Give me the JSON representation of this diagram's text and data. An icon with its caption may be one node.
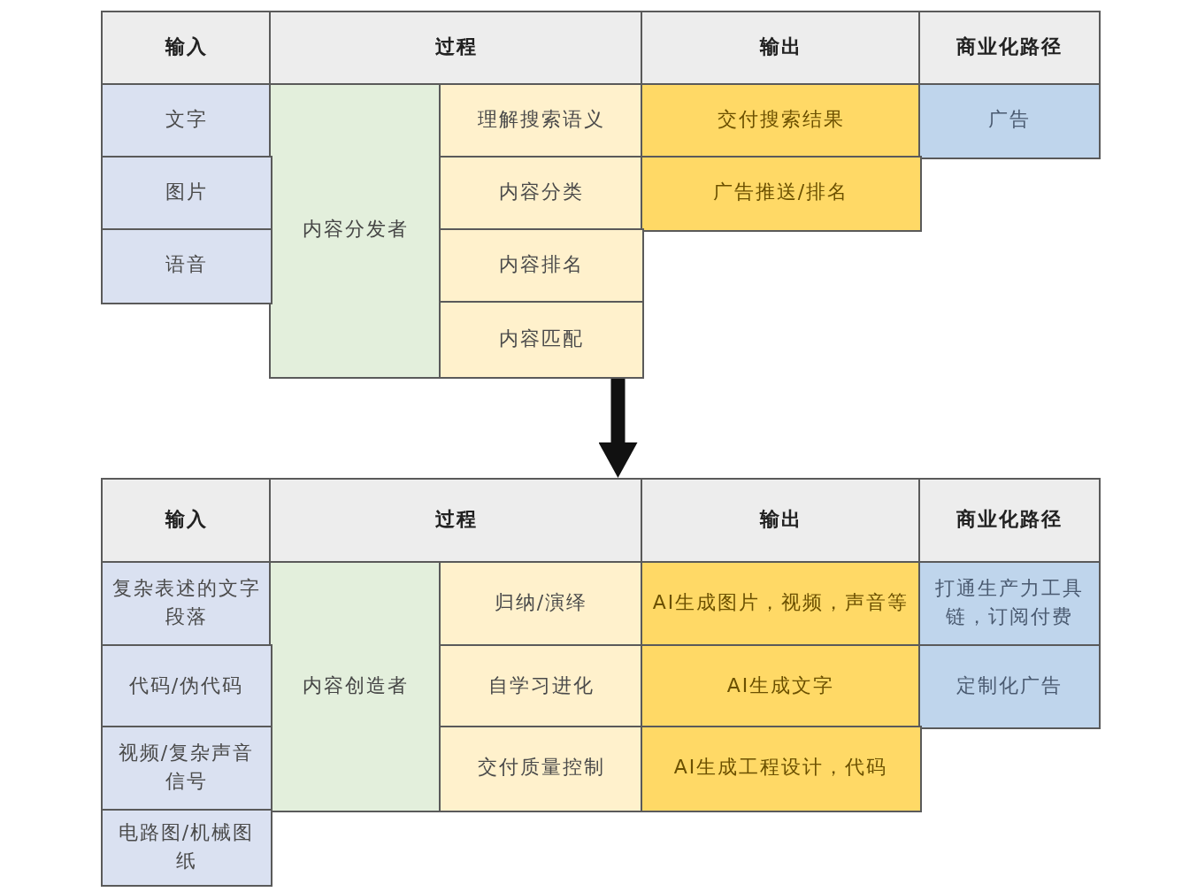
{
  "diagram": {
    "nodes": [
      {
        "text": [],
        "shape": "box"
      },
      {
        "text": [
          "输入"
        ],
        "in": 0
      },
      {
        "text": [
          "过程"
        ],
        "in": 0
      },
      {
        "text": [
          "输出"
        ],
        "in": 0
      },
      {
        "text": [
          "商业化路径"
        ],
        "in": 0
      },
      {
        "text": [
          "文字"
        ],
        "in": 0
      },
      {
        "text": [
          "内容分发者"
        ],
        "in": 0
      },
      {
        "text": [
          "理解搜索语义"
        ],
        "in": 0
      },
      {
        "text": [
          "交付搜索结果"
        ],
        "in": 0
      },
      {
        "text": [
          "广告"
        ],
        "in": 0
      },
      {
        "text": [
          "图片"
        ],
        "in": 0
      },
      {
        "text": [
          "内容分类"
        ],
        "in": 0
      },
      {
        "text": [
          "广告推送/排名"
        ],
        "in": 0
      },
      {
        "text": [
          "语音"
        ],
        "in": 0
      },
      {
        "text": [
          "内容排名"
        ],
        "in": 0
      },
      {
        "text": [
          "内容匹配"
        ],
        "in": 0
      },
      {
        "text": [],
        "shape": "box"
      },
      {
        "text": [
          "输入"
        ],
        "in": 16
      },
      {
        "text": [
          "过程"
        ],
        "in": 16
      },
      {
        "text": [
          "输出"
        ],
        "in": 16
      },
      {
        "text": [
          "商业化路径"
        ],
        "in": 16
      },
      {
        "text": [
          "复杂表述的文字段落"
        ],
        "in": 16
      },
      {
        "text": [
          "内容创造者"
        ],
        "in": 16
      },
      {
        "text": [
          "归纳/演绎"
        ],
        "in": 16
      },
      {
        "text": [
          "AI生成图片，视频，声音等"
        ],
        "in": 16
      },
      {
        "text": [
          "打通生产力工具链，订阅付费"
        ],
        "in": 16
      },
      {
        "text": [
          "代码/伪代码"
        ],
        "in": 16
      },
      {
        "text": [
          "自学习进化"
        ],
        "in": 16
      },
      {
        "text": [
          "AI生成文字"
        ],
        "in": 16
      },
      {
        "text": [
          "定制化广告"
        ],
        "in": 16
      },
      {
        "text": [
          "视频/复杂声音信号"
        ],
        "in": 16
      },
      {
        "text": [
          "交付质量控制"
        ],
        "in": 16
      },
      {
        "text": [
          "AI生成工程设计，代码"
        ],
        "in": 16
      },
      {
        "text": [
          "电路图/机械图纸"
        ],
        "in": 16
      }
    ],
    "edges": [
      {
        "from": 0,
        "to": 16,
        "arrow": "to"
      }
    ]
  }
}
